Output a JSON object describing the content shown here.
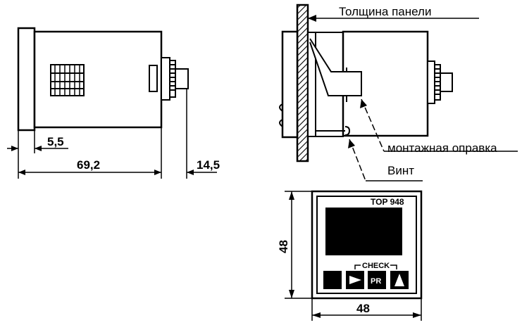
{
  "side_view": {
    "dim_front_thickness": "5,5",
    "dim_body_length": "69,2",
    "dim_terminal_length": "14,5"
  },
  "mount_view": {
    "label_panel_thickness": "Толщина панели",
    "label_mounting_bracket": "монтажная оправка",
    "label_screw": "Винт"
  },
  "front_view": {
    "model": "TOP 948",
    "check_label": "CHECK",
    "key_pr": "PR",
    "dim_height": "48",
    "dim_width": "48"
  }
}
